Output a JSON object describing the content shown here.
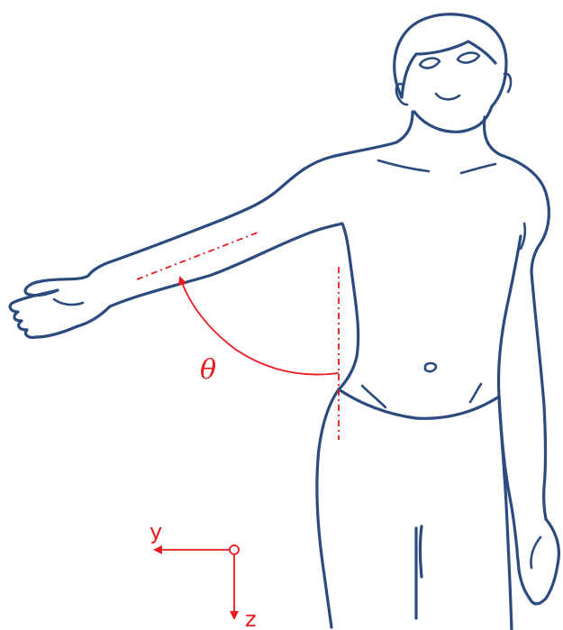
{
  "diagram": {
    "angle_label": "θ",
    "axis_y_label": "y",
    "axis_z_label": "z",
    "colors": {
      "body": "#2b4a7e",
      "annotation": "#e8191f",
      "background": "#ffffff"
    }
  }
}
